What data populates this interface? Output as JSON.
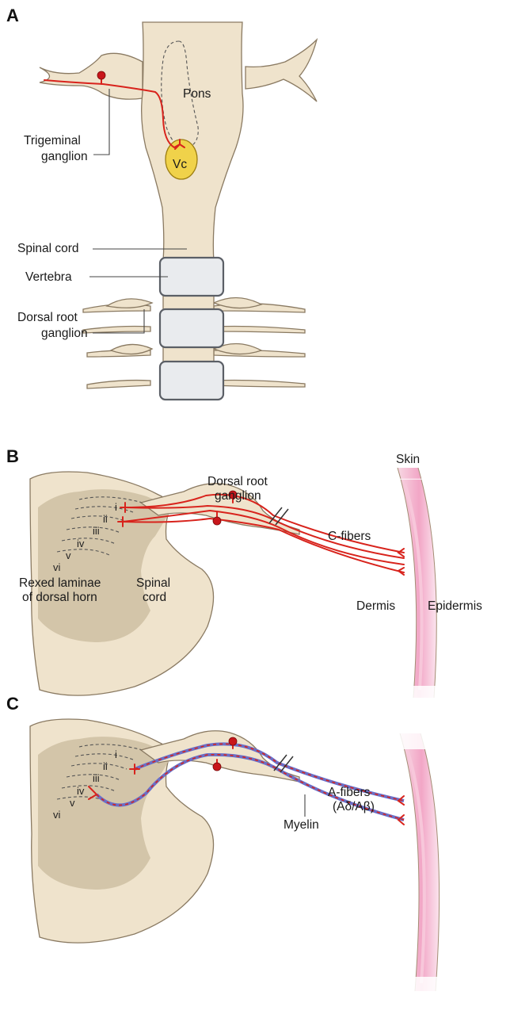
{
  "panel_a": {
    "letter": "A",
    "pons": "Pons",
    "vc": "Vc",
    "trigeminal_1": "Trigeminal",
    "trigeminal_2": "ganglion",
    "spinal_cord": "Spinal cord",
    "vertebra": "Vertebra",
    "drg_1": "Dorsal root",
    "drg_2": "ganglion"
  },
  "panel_b": {
    "letter": "B",
    "drg_1": "Dorsal root",
    "drg_2": "ganglion",
    "skin": "Skin",
    "c_fibers": "C-fibers",
    "laminae": [
      "i",
      "ii",
      "iii",
      "iv",
      "v",
      "vi"
    ],
    "rexed_1": "Rexed laminae",
    "rexed_2": "of dorsal horn",
    "spinal_1": "Spinal",
    "spinal_2": "cord",
    "dermis": "Dermis",
    "epidermis": "Epidermis"
  },
  "panel_c": {
    "letter": "C",
    "laminae": [
      "i",
      "ii",
      "iii",
      "iv",
      "v",
      "vi"
    ],
    "a_fibers_1": "A-fibers",
    "a_fibers_2": "(Aδ/Aβ)",
    "myelin": "Myelin"
  },
  "colors": {
    "tissue": "#efe3cc",
    "grey_matter": "#d3c5a9",
    "nerve": "#d8231c",
    "myelin": "#6a6fc8",
    "skin_pink": "#f2a6c6",
    "vc_fill": "#f0d24a"
  }
}
